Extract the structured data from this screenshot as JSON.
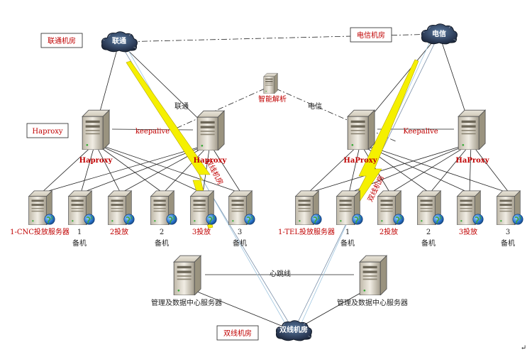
{
  "colors": {
    "red_label": "#c00000",
    "black_label": "#222222",
    "line": "#222222",
    "cloud": "#2b3a55",
    "globe": "#2e7bd6",
    "lightning": "#f5f000"
  },
  "labels": {
    "unicom_room": "联通机房",
    "unicom_cloud": "联通",
    "telecom_room": "电信机房",
    "telecom_cloud": "电信",
    "smart_dns": "智能解析",
    "unicom_link": "联通",
    "telecom_link": "电信",
    "left_haproxy_box": "Haproxy",
    "left_haproxy_a": "Haproxy",
    "left_haproxy_b": "Haproxy",
    "left_keepalive": "keepalive",
    "right_haproxy_a": "HaProxy",
    "right_haproxy_b": "HaProxy",
    "right_keepalive": "Keepalive",
    "dual_room_left": "双线机房",
    "dual_room_right": "双线机房",
    "heartbeat": "心跳线",
    "mgmt_left": "管理及数据中心服务器",
    "mgmt_right": "管理及数据中心服务器",
    "dual_room_box": "双线机房",
    "dual_room_cloud": "双线机房"
  },
  "left_servers": [
    {
      "label": "1-CNC投放服务器",
      "color": "red"
    },
    {
      "label": "1",
      "sub": "备机",
      "color": "black"
    },
    {
      "label": "2投放",
      "color": "red"
    },
    {
      "label": "2",
      "sub": "备机",
      "color": "black"
    },
    {
      "label": "3投放",
      "color": "red"
    },
    {
      "label": "3",
      "sub": "备机",
      "color": "black"
    }
  ],
  "right_servers": [
    {
      "label": "1-TEL投放服务器",
      "color": "red"
    },
    {
      "label": "1",
      "sub": "备机",
      "color": "black"
    },
    {
      "label": "2投放",
      "color": "red"
    },
    {
      "label": "2",
      "sub": "备机",
      "color": "black"
    },
    {
      "label": "3投放",
      "color": "red"
    },
    {
      "label": "3",
      "sub": "备机",
      "color": "black"
    }
  ],
  "corner_mark": "↵"
}
